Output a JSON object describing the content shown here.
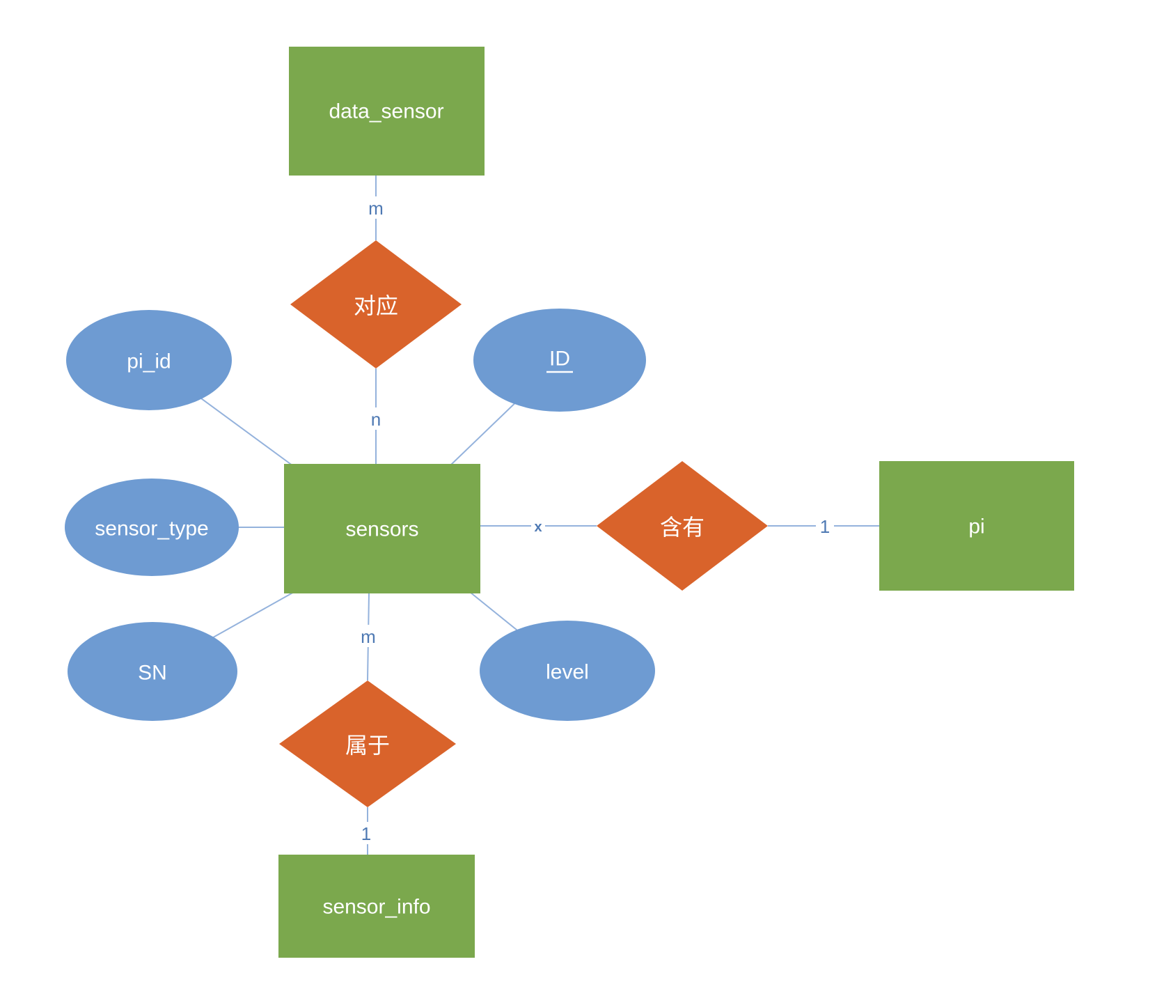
{
  "diagram": {
    "kind": "entity-relationship-diagram",
    "colors": {
      "entity_fill": "#7BA84D",
      "relationship_fill": "#D9632B",
      "attribute_fill": "#6E9BD2",
      "connector": "#94B2DC",
      "cardinality_text": "#4E79B3",
      "shape_text": "#FFFFFF"
    },
    "entities": [
      {
        "id": "data_sensor",
        "label": "data_sensor"
      },
      {
        "id": "sensors",
        "label": "sensors"
      },
      {
        "id": "pi",
        "label": "pi"
      },
      {
        "id": "sensor_info",
        "label": "sensor_info"
      }
    ],
    "relationships": [
      {
        "id": "corresponds",
        "label": "对应",
        "between": [
          "data_sensor",
          "sensors"
        ],
        "cardinality": [
          "m",
          "n"
        ]
      },
      {
        "id": "contains",
        "label": "含有",
        "between": [
          "sensors",
          "pi"
        ],
        "cardinality": [
          "x",
          "1"
        ]
      },
      {
        "id": "belongs_to",
        "label": "属于",
        "between": [
          "sensors",
          "sensor_info"
        ],
        "cardinality": [
          "m",
          "1"
        ]
      }
    ],
    "attributes": [
      {
        "id": "pi_id",
        "label": "pi_id",
        "of": "sensors",
        "primary_key": false
      },
      {
        "id": "ID",
        "label": "ID",
        "of": "sensors",
        "primary_key": true
      },
      {
        "id": "sensor_type",
        "label": "sensor_type",
        "of": "sensors",
        "primary_key": false
      },
      {
        "id": "SN",
        "label": "SN",
        "of": "sensors",
        "primary_key": false
      },
      {
        "id": "level",
        "label": "level",
        "of": "sensors",
        "primary_key": false
      }
    ]
  }
}
